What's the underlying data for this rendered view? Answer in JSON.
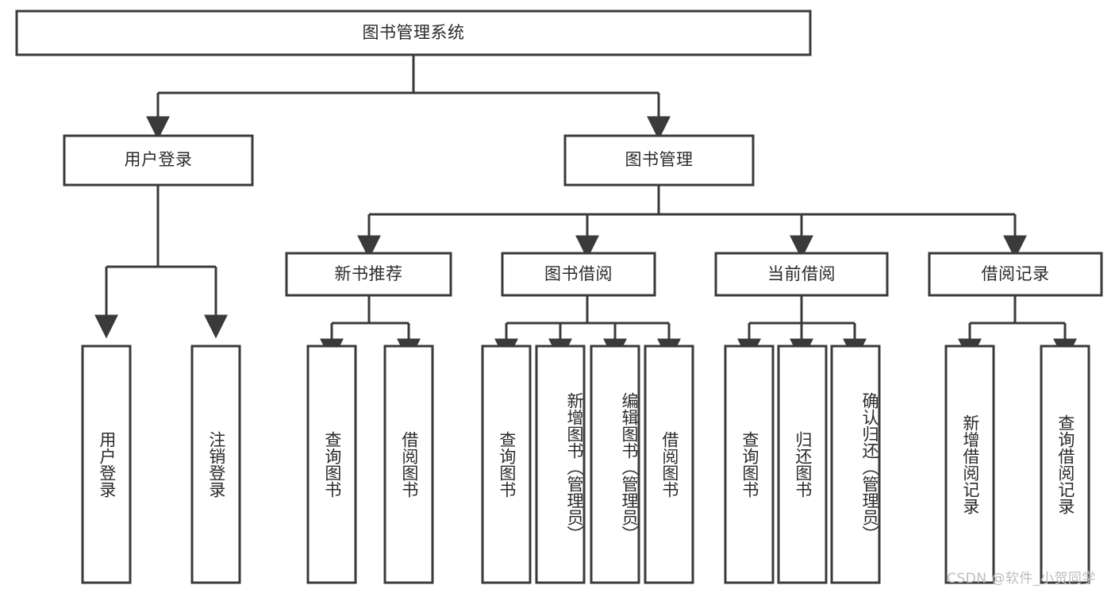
{
  "diagram": {
    "type": "tree-hierarchy",
    "title": "图书管理系统",
    "orientation": "top-down",
    "colors": {
      "box_stroke": "#3a3a3a",
      "box_fill": "#ffffff",
      "text": "#2b2b2b",
      "background": "#ffffff",
      "watermark": "#bdbdbd"
    },
    "nodes": {
      "root": {
        "label": "图书管理系统",
        "level": 1
      },
      "level2": [
        {
          "id": "user-login",
          "label": "用户登录"
        },
        {
          "id": "book-manage",
          "label": "图书管理"
        }
      ],
      "level3": [
        {
          "id": "new-book-recommend",
          "label": "新书推荐"
        },
        {
          "id": "book-borrow",
          "label": "图书借阅"
        },
        {
          "id": "current-borrow",
          "label": "当前借阅"
        },
        {
          "id": "borrow-record",
          "label": "借阅记录"
        }
      ],
      "leaves": {
        "user-login": [
          {
            "id": "leaf-user-login",
            "label": "用户登录"
          },
          {
            "id": "leaf-logout-login",
            "label": "注销登录"
          }
        ],
        "new-book-recommend": [
          {
            "id": "leaf-query-book-1",
            "label": "查询图书"
          },
          {
            "id": "leaf-borrow-book-1",
            "label": "借阅图书"
          }
        ],
        "book-borrow": [
          {
            "id": "leaf-query-book-2",
            "label": "查询图书"
          },
          {
            "id": "leaf-add-book",
            "label": "新增图书（管理员）"
          },
          {
            "id": "leaf-edit-book",
            "label": "编辑图书（管理员）"
          },
          {
            "id": "leaf-borrow-book-2",
            "label": "借阅图书"
          }
        ],
        "current-borrow": [
          {
            "id": "leaf-query-book-3",
            "label": "查询图书"
          },
          {
            "id": "leaf-return-book",
            "label": "归还图书"
          },
          {
            "id": "leaf-confirm-return",
            "label": "确认归还（管理员）"
          }
        ],
        "borrow-record": [
          {
            "id": "leaf-add-record",
            "label": "新增借阅记录"
          },
          {
            "id": "leaf-query-record",
            "label": "查询借阅记录"
          }
        ]
      }
    },
    "edges": [
      {
        "from": "图书管理系统",
        "to": "用户登录"
      },
      {
        "from": "图书管理系统",
        "to": "图书管理"
      },
      {
        "from": "图书管理",
        "to": "新书推荐"
      },
      {
        "from": "图书管理",
        "to": "图书借阅"
      },
      {
        "from": "图书管理",
        "to": "当前借阅"
      },
      {
        "from": "图书管理",
        "to": "借阅记录"
      },
      {
        "from": "用户登录",
        "to": "用户登录"
      },
      {
        "from": "用户登录",
        "to": "注销登录"
      },
      {
        "from": "新书推荐",
        "to": "查询图书"
      },
      {
        "from": "新书推荐",
        "to": "借阅图书"
      },
      {
        "from": "图书借阅",
        "to": "查询图书"
      },
      {
        "from": "图书借阅",
        "to": "新增图书（管理员）"
      },
      {
        "from": "图书借阅",
        "to": "编辑图书（管理员）"
      },
      {
        "from": "图书借阅",
        "to": "借阅图书"
      },
      {
        "from": "当前借阅",
        "to": "查询图书"
      },
      {
        "from": "当前借阅",
        "to": "归还图书"
      },
      {
        "from": "当前借阅",
        "to": "确认归还（管理员）"
      },
      {
        "from": "借阅记录",
        "to": "新增借阅记录"
      },
      {
        "from": "借阅记录",
        "to": "查询借阅记录"
      }
    ]
  },
  "watermark": {
    "text": "CSDN @软件_小贺同学"
  }
}
